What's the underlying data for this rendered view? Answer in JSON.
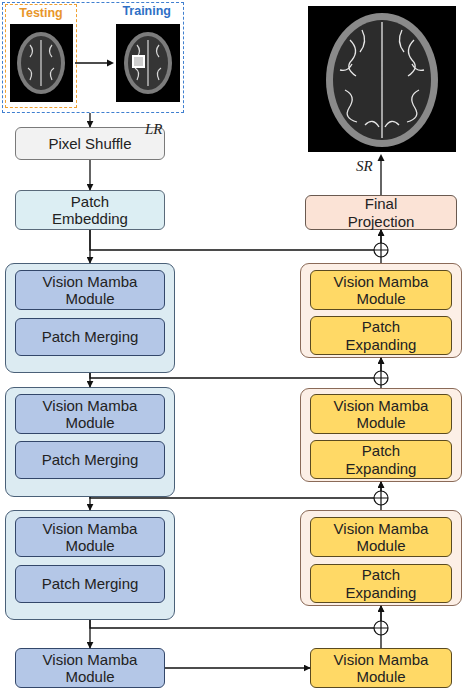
{
  "diagram": {
    "nodes": [
      {
        "text": [
          "Training"
        ]
      },
      {
        "text": [
          "Testing"
        ],
        "in": 0
      },
      {
        "text": [
          "Pixel Shuffle"
        ]
      },
      {
        "text": [
          "Patch Embedding"
        ]
      },
      {
        "text": []
      },
      {
        "text": [
          "Vision Mamba Module"
        ],
        "in": 4
      },
      {
        "text": [
          "Patch Merging"
        ],
        "in": 4
      },
      {
        "text": []
      },
      {
        "text": [
          "Vision Mamba Module"
        ],
        "in": 7
      },
      {
        "text": [
          "Patch Merging"
        ],
        "in": 7
      },
      {
        "text": []
      },
      {
        "text": [
          "Vision Mamba Module"
        ],
        "in": 10
      },
      {
        "text": [
          "Patch Merging"
        ],
        "in": 10
      },
      {
        "text": [
          "Vision Mamba Module"
        ]
      },
      {
        "text": [
          "Final Projection"
        ]
      },
      {
        "text": []
      },
      {
        "text": [
          "Vision Mamba Module"
        ],
        "in": 15
      },
      {
        "text": [
          "Patch Expanding"
        ],
        "in": 15
      },
      {
        "text": []
      },
      {
        "text": [
          "Vision Mamba Module"
        ],
        "in": 18
      },
      {
        "text": [
          "Patch Expanding"
        ],
        "in": 18
      },
      {
        "text": []
      },
      {
        "text": [
          "Vision Mamba Module"
        ],
        "in": 21
      },
      {
        "text": [
          "Patch Expanding"
        ],
        "in": 21
      },
      {
        "text": [
          "Vision Mamba Module"
        ]
      }
    ],
    "edges": [
      {
        "from": 0,
        "to": 2,
        "arrow": "to"
      },
      {
        "from": 2,
        "to": 3,
        "arrow": "to"
      },
      {
        "from": 3,
        "to": 4,
        "arrow": "to"
      },
      {
        "from": 4,
        "to": 7,
        "arrow": "to"
      },
      {
        "from": 7,
        "to": 10,
        "arrow": "to"
      },
      {
        "from": 10,
        "to": 13,
        "arrow": "to"
      },
      {
        "from": 13,
        "to": 24,
        "arrow": "to"
      },
      {
        "from": 24,
        "to": 21,
        "arrow": "to"
      },
      {
        "from": 21,
        "to": 18,
        "arrow": "to"
      },
      {
        "from": 18,
        "to": 15,
        "arrow": "to"
      },
      {
        "from": 15,
        "to": 14,
        "arrow": "to"
      },
      {
        "from": 3,
        "to": 14,
        "arrow": "to"
      },
      {
        "from": 4,
        "to": 15,
        "arrow": "to"
      },
      {
        "from": 7,
        "to": 18,
        "arrow": "to"
      },
      {
        "from": 10,
        "to": 21,
        "arrow": "to"
      }
    ],
    "labels": [
      "LR",
      "SR"
    ]
  }
}
